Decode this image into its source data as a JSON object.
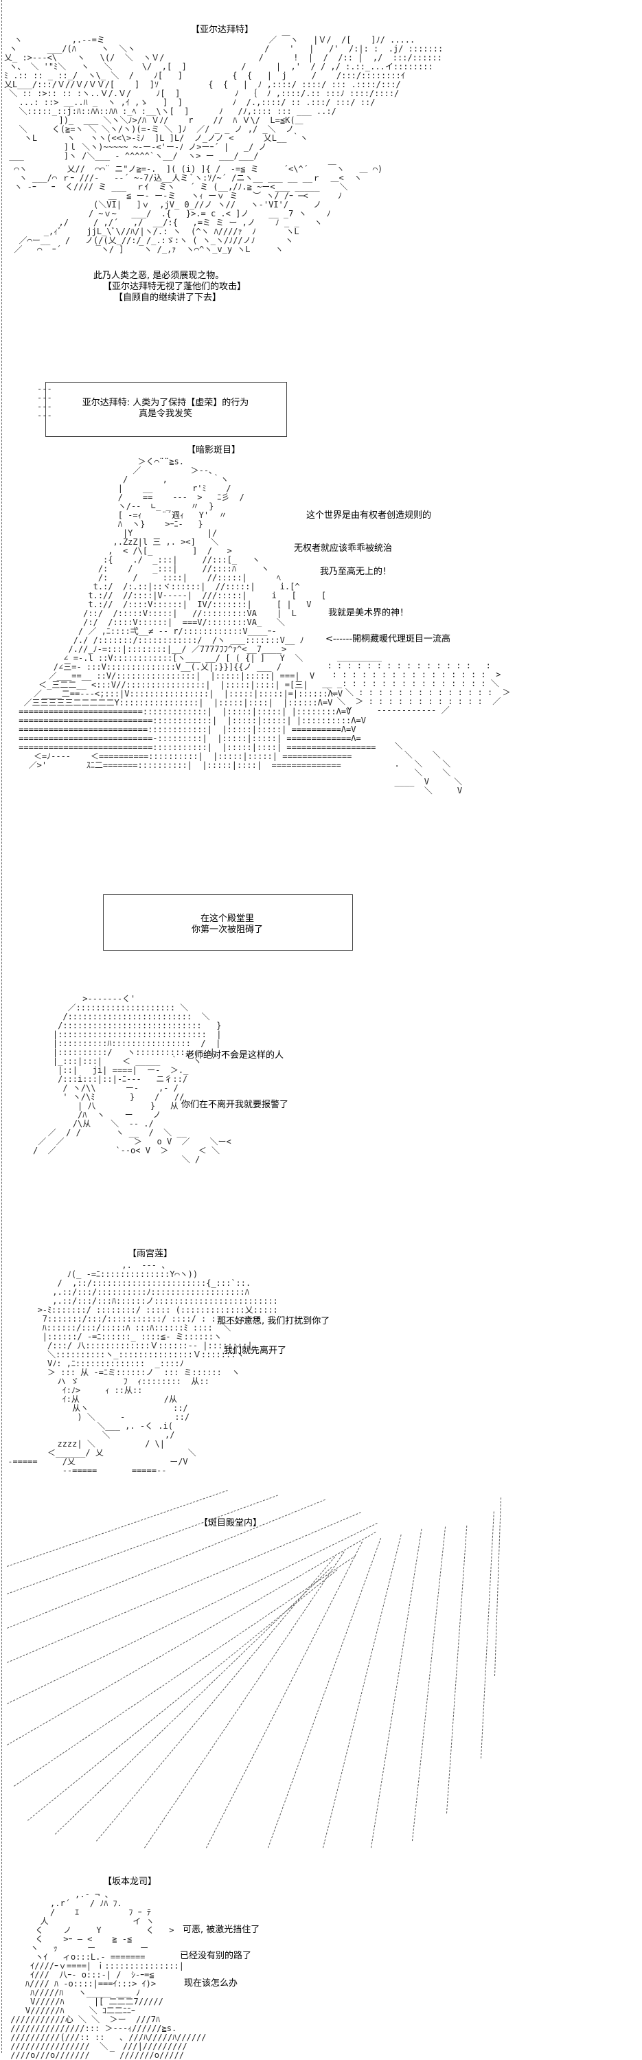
{
  "scenes": {
    "s1": {
      "heading": "【亚尔达拜特】",
      "lines": [
        "此乃人类之恶, 是必须展现之物。",
        "【亚尔达拜特无视了蓬他们的攻击】",
        "【自顾自的继续讲了下去】"
      ]
    },
    "s2": {
      "lines": [
        "亚尔达拜特: 人类为了保持【虚荣】的行为",
        "真是令我发笑"
      ]
    },
    "s3": {
      "heading": "【暗影斑目】",
      "lines": [
        "这个世界是由有权者创造规则的",
        "无权者就应该乖乖被统治",
        "我乃至高无上的！",
        "我就是美术界的神！",
        "<------開桐藏暖代理斑目一流高"
      ]
    },
    "s4": {
      "lines": [
        "在这个殿堂里",
        "你第一次被阻碍了"
      ]
    },
    "s5": {
      "lines": [
        "老师绝对不会是这样的人",
        "你们在不离开我就要报警了"
      ]
    },
    "s6": {
      "heading": "【雨宫莲】",
      "lines": [
        "那不好意思, 我们打扰到你了",
        "我们就先离开了"
      ]
    },
    "s7": {
      "heading": "【斑目殿堂内】"
    },
    "s8": {
      "heading": "【坂本龙司】",
      "lines": [
        "可恶, 被激光挡住了",
        "已经没有别的路了",
        "现在该怎么办"
      ]
    }
  }
}
